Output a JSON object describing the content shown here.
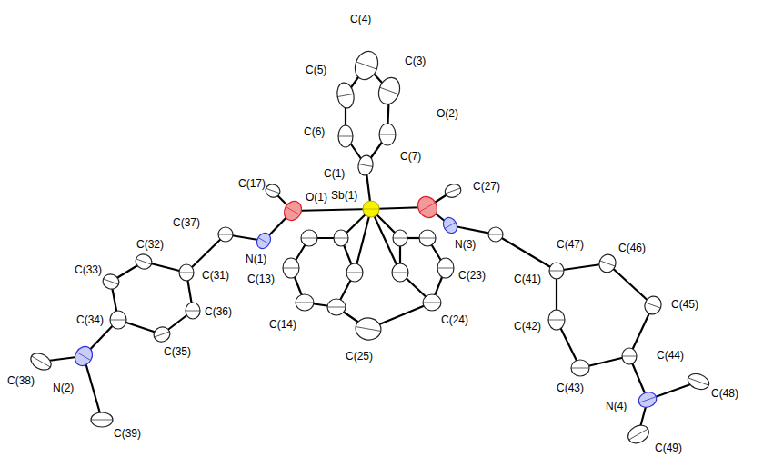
{
  "diagram": {
    "labels": [
      "C(4)",
      "C(3)",
      "C(5)",
      "C(6)",
      "C(7)",
      "C(1)",
      "O(2)",
      "C(17)",
      "O(1)",
      "Sb(1)",
      "C(27)",
      "C(37)",
      "N(1)",
      "N(3)",
      "C(47)",
      "C(32)",
      "C(31)",
      "C(13)",
      "C(23)",
      "C(41)",
      "C(46)",
      "C(33)",
      "C(36)",
      "C(14)",
      "C(24)",
      "C(42)",
      "C(45)",
      "C(34)",
      "C(25)",
      "C(44)",
      "C(35)",
      "C(43)",
      "N(4)",
      "C(48)",
      "C(38)",
      "N(2)",
      "C(39)",
      "C(49)"
    ]
  }
}
